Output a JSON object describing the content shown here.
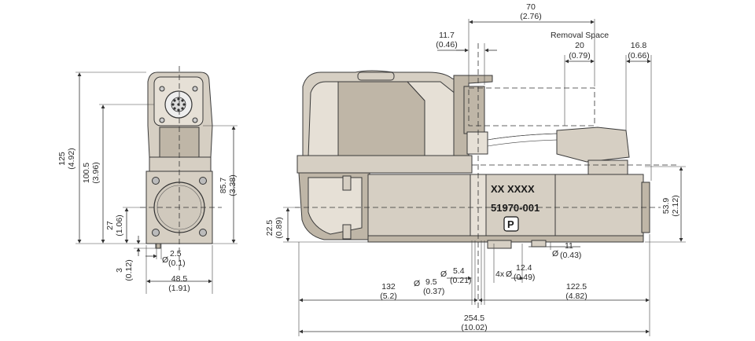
{
  "dimensions": {
    "d_70": "70",
    "d_70_in": "(2.76)",
    "d_11_7": "11.7",
    "d_11_7_in": "(0.46)",
    "removal_space": "Removal Space",
    "d_20": "20",
    "d_20_in": "(0.79)",
    "d_16_8": "16.8",
    "d_16_8_in": "(0.66)",
    "d_125": "125",
    "d_125_in": "(4.92)",
    "d_100_5": "100.5",
    "d_100_5_in": "(3.96)",
    "d_85_7": "85.7",
    "d_85_7_in": "(3.38)",
    "d_27": "27",
    "d_27_in": "(1.06)",
    "d_3": "3",
    "d_3_in": "(0.12)",
    "d_2_5": "2.5",
    "d_2_5_in": "(0.1)",
    "d_48_5": "48.5",
    "d_48_5_in": "(1.91)",
    "d_22_5": "22.5",
    "d_22_5_in": "(0.89)",
    "d_53_9": "53.9",
    "d_53_9_in": "(2.12)",
    "d_11": "11",
    "d_11_in": "(0.43)",
    "d_132": "132",
    "d_132_in": "(5.2)",
    "d_9_5": "9.5",
    "d_9_5_in": "(0.37)",
    "d_5_4": "5.4",
    "d_5_4_in": "(0.21)",
    "d_12_4": "12.4",
    "d_12_4_in": "(0.49)",
    "d_4x": "4x",
    "d_122_5": "122.5",
    "d_122_5_in": "(4.82)",
    "d_254_5": "254.5",
    "d_254_5_in": "(10.02)",
    "dia": "Ø"
  },
  "labels": {
    "part_number": "51970-001",
    "marking": "XX   XXXX",
    "p_port": "P"
  }
}
